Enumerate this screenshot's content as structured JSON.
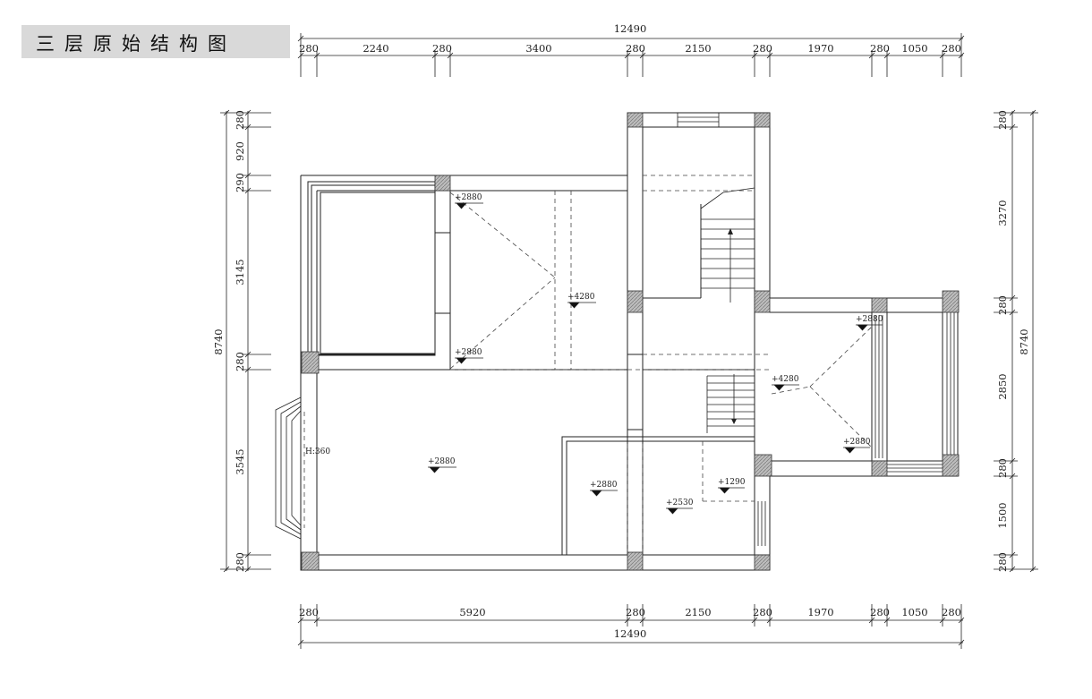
{
  "title": "三层原始结构图",
  "dims": {
    "top_total": "12490",
    "top": [
      "280",
      "2240",
      "280",
      "3400",
      "280",
      "2150",
      "280",
      "1970",
      "280",
      "1050",
      "280"
    ],
    "bottom": [
      "280",
      "5920",
      "280",
      "2150",
      "280",
      "1970",
      "280",
      "1050",
      "280"
    ],
    "bottom_total": "12490",
    "left": [
      "280",
      "920",
      "290",
      "3145",
      "280",
      "3545",
      "280"
    ],
    "left_total": "8740",
    "right": [
      "280",
      "3270",
      "280",
      "2850",
      "280",
      "1500",
      "280"
    ],
    "right_total": "8740"
  },
  "levels": {
    "l1": "+2880",
    "l2": "+4280",
    "l3": "+2880",
    "l4": "+2880",
    "l5": "+2880",
    "l6": "+2530",
    "l7": "+1290",
    "l8": "+2880",
    "l9": "+4280",
    "l10": "+2880"
  },
  "window_label": "H:360",
  "colors": {
    "line": "#222222",
    "column": "#999999",
    "title_bg": "#d9d9d9"
  }
}
